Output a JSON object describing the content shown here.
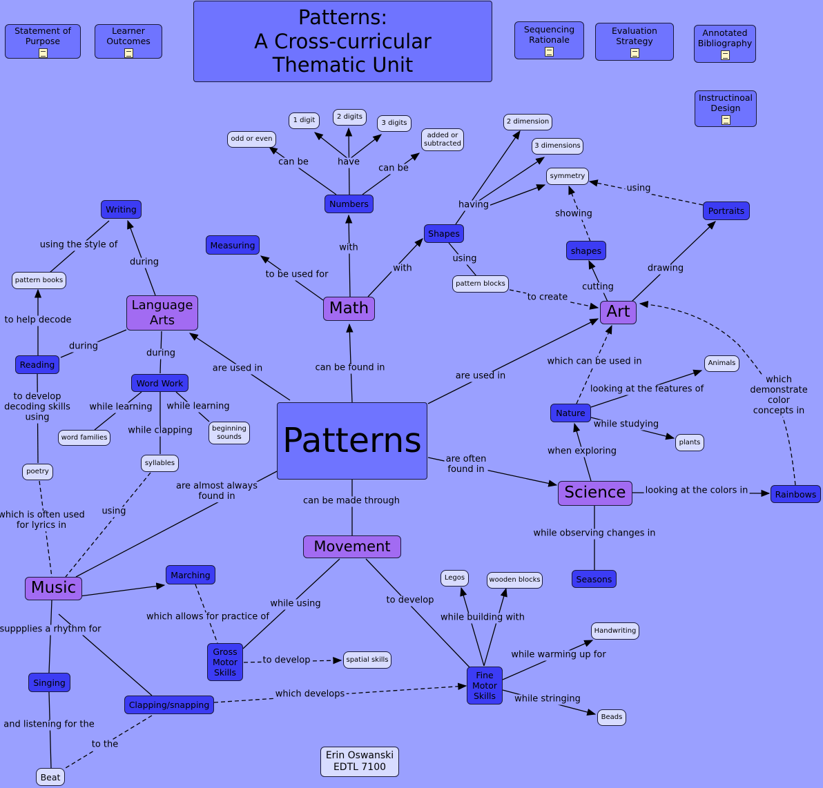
{
  "title": "Patterns:\nA Cross-curricular\nThematic Unit",
  "resources": {
    "statement": "Statement of\nPurpose",
    "outcomes": "Learner\nOutcomes",
    "sequencing": "Sequencing\nRationale",
    "evaluation": "Evaluation\nStrategy",
    "bibliography": "Annotated\nBibliography",
    "design": "Instructinoal\nDesign"
  },
  "nodes": {
    "patterns": "Patterns",
    "math": "Math",
    "language_arts": "Language\nArts",
    "art": "Art",
    "science": "Science",
    "music": "Music",
    "movement": "Movement",
    "numbers": "Numbers",
    "measuring": "Measuring",
    "shapes_math": "Shapes",
    "shapes_art": "shapes",
    "portraits": "Portraits",
    "nature": "Nature",
    "rainbows": "Rainbows",
    "seasons": "Seasons",
    "writing": "Writing",
    "reading": "Reading",
    "word_work": "Word Work",
    "marching": "Marching",
    "singing": "Singing",
    "clapping": "Clapping/snapping",
    "gross_motor": "Gross\nMotor\nSkills",
    "fine_motor": "Fine\nMotor\nSkills",
    "one_digit": "1 digit",
    "two_digits": "2 digits",
    "three_digits": "3 digits",
    "odd_even": "odd or even",
    "added": "added or\nsubtracted",
    "two_dim": "2 dimension",
    "three_dim": "3 dimensions",
    "symmetry": "symmetry",
    "pattern_blocks": "pattern blocks",
    "pattern_books": "pattern books",
    "animals": "Animals",
    "plants": "plants",
    "word_families": "word families",
    "beginning_sounds": "beginning\nsounds",
    "syllables": "syllables",
    "poetry": "poetry",
    "legos": "Legos",
    "wooden_blocks": "wooden blocks",
    "handwriting": "Handwriting",
    "spatial": "spatial skills",
    "beads": "Beads",
    "beat": "Beat"
  },
  "labels": {
    "can_be_found_in": "can be found in",
    "are_used_in_la": "are used in",
    "are_used_in_art": "are used in",
    "are_often_found_in": "are often\nfound in",
    "are_almost_always": "are almost always\nfound in",
    "can_be_made_through": "can be made through",
    "with_numbers": "with",
    "with_shapes": "with",
    "to_be_used_for": "to be used for",
    "can_be_1": "can be",
    "have": "have",
    "can_be_2": "can be",
    "having": "having",
    "using_blocks": "using",
    "to_create": "to create",
    "cutting": "cutting",
    "showing": "showing",
    "drawing": "drawing",
    "using_sym": "using",
    "which_can_be_used_in": "which can be used in",
    "looking_features": "looking at the features of",
    "while_studying": "while studying",
    "when_exploring": "when exploring",
    "looking_colors": "looking at the colors in",
    "demonstrate": "which demonstrate\ncolor concepts in",
    "observing": "while observing changes in",
    "during_writing": "during",
    "using_style": "using the style of",
    "during_reading": "during",
    "during_ww": "during",
    "to_help_decode": "to help decode",
    "decoding": "to develop\ndecoding skills\nusing",
    "while_learning_1": "while learning",
    "while_learning_2": "while learning",
    "while_clapping": "while clapping",
    "lyrics": "which is often used\nfor lyrics in",
    "using_syll": "using",
    "rhythm": "suppplies a rhythm for",
    "practice": "which allows for practice of",
    "while_using": "while using",
    "to_develop_move": "to develop",
    "to_develop_spatial": "to develop",
    "which_develops": "which develops",
    "listening": "and listening for the",
    "to_the": "to the",
    "building": "while building with",
    "warming": "while warming up for",
    "stringing": "while stringing"
  },
  "author": "Erin Oswanski\nEDTL 7100"
}
